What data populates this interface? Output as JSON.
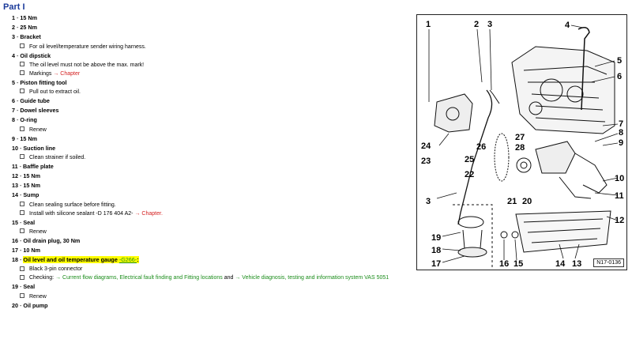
{
  "page": {
    "title": "Part I",
    "figure_id": "N17-0136"
  },
  "items": [
    {
      "num": "1",
      "name": "15 Nm",
      "subs": []
    },
    {
      "num": "2",
      "name": "25 Nm",
      "subs": []
    },
    {
      "num": "3",
      "name": "Bracket",
      "subs": [
        {
          "text": "For oil level/temperature sender wiring harness."
        }
      ]
    },
    {
      "num": "4",
      "name": "Oil dipstick",
      "subs": [
        {
          "text": "The oil level must not be above the max. mark!"
        },
        {
          "text": "Markings",
          "link": "→ Chapter"
        }
      ]
    },
    {
      "num": "5",
      "name": "Piston fitting tool",
      "subs": [
        {
          "text": "Pull out to extract oil."
        }
      ]
    },
    {
      "num": "6",
      "name": "Guide tube",
      "subs": []
    },
    {
      "num": "7",
      "name": "Dowel sleeves",
      "subs": []
    },
    {
      "num": "8",
      "name": "O-ring",
      "subs": [
        {
          "text": "Renew"
        }
      ]
    },
    {
      "num": "9",
      "name": "15 Nm",
      "subs": []
    },
    {
      "num": "10",
      "name": "Suction line",
      "subs": [
        {
          "text": "Clean strainer if soiled."
        }
      ]
    },
    {
      "num": "11",
      "name": "Baffle plate",
      "subs": []
    },
    {
      "num": "12",
      "name": "15 Nm",
      "subs": []
    },
    {
      "num": "13",
      "name": "15 Nm",
      "subs": []
    },
    {
      "num": "14",
      "name": "Sump",
      "subs": [
        {
          "text": "Clean sealing surface before fitting."
        },
        {
          "text": "Install with silicone sealant -D 176 404 A2-",
          "link": "→ Chapter."
        }
      ]
    },
    {
      "num": "15",
      "name": "Seal",
      "subs": [
        {
          "text": "Renew"
        }
      ]
    },
    {
      "num": "16",
      "name": "Oil drain plug, 30 Nm",
      "subs": []
    },
    {
      "num": "17",
      "name": "10 Nm",
      "subs": []
    },
    {
      "num": "18",
      "name": "Oil level and oil temperature gauge",
      "ref": "-G266-",
      "highlight": true,
      "subs": [
        {
          "text": "Black 3-pin connector"
        },
        {
          "text": "Checking:",
          "green1": "→ Current flow diagrams, Electrical fault finding and Fitting locations",
          "mid": "and",
          "green2": "→ Vehicle diagnosis, testing and information system VAS 5051"
        }
      ]
    },
    {
      "num": "19",
      "name": "Seal",
      "subs": [
        {
          "text": "Renew"
        }
      ]
    },
    {
      "num": "20",
      "name": "Oil pump",
      "subs": []
    }
  ],
  "figure": {
    "callouts": [
      "1",
      "2",
      "3",
      "4",
      "5",
      "6",
      "7",
      "8",
      "9",
      "10",
      "11",
      "12",
      "13",
      "14",
      "15",
      "16",
      "17",
      "18",
      "19",
      "20",
      "21",
      "22",
      "23",
      "24",
      "25",
      "26",
      "27",
      "28",
      "3"
    ]
  }
}
